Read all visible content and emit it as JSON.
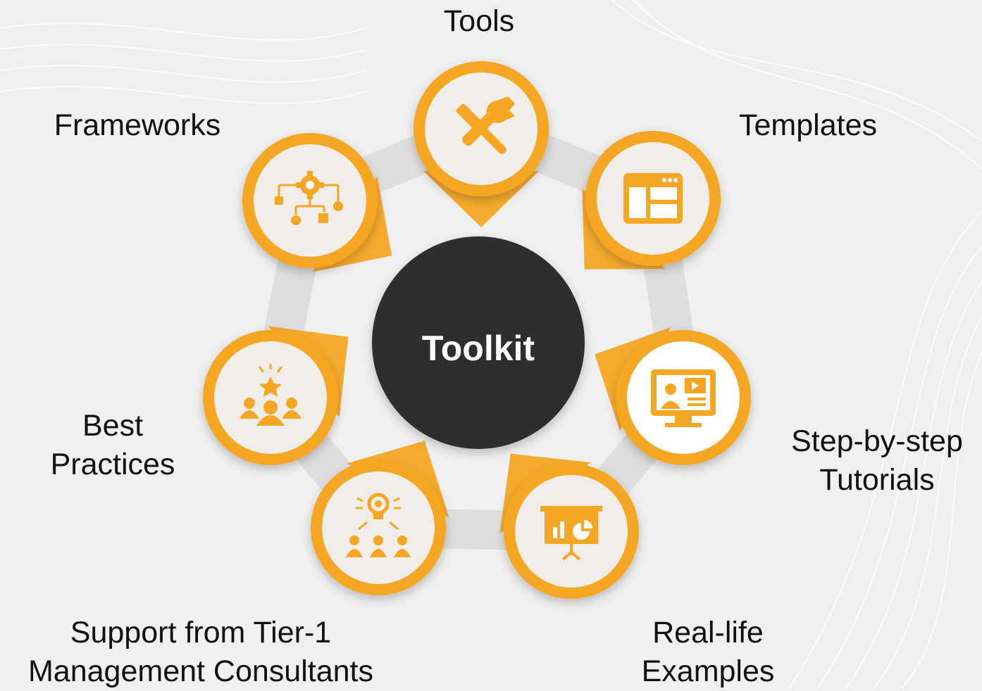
{
  "center": {
    "label": "Toolkit"
  },
  "nodes": [
    {
      "id": "tools",
      "icon": "tools-icon",
      "lines": [
        "Tools"
      ],
      "highlighted": false
    },
    {
      "id": "templates",
      "icon": "template-layout-icon",
      "lines": [
        "Templates"
      ],
      "highlighted": false
    },
    {
      "id": "tutorials",
      "icon": "video-tutorial-icon",
      "lines": [
        "Step-by-step",
        "Tutorials"
      ],
      "highlighted": true
    },
    {
      "id": "examples",
      "icon": "presentation-chart-icon",
      "lines": [
        "Real-life",
        "Examples"
      ],
      "highlighted": false
    },
    {
      "id": "support",
      "icon": "idea-team-icon",
      "lines": [
        "Support from Tier-1",
        "Management Consultants"
      ],
      "highlighted": false
    },
    {
      "id": "practices",
      "icon": "team-star-icon",
      "lines": [
        "Best",
        "Practices"
      ],
      "highlighted": false
    },
    {
      "id": "frameworks",
      "icon": "flowchart-gear-icon",
      "lines": [
        "Frameworks"
      ],
      "highlighted": false
    }
  ],
  "colors": {
    "accent": "#f5a623",
    "accent_dark": "#e8951a",
    "ring_track": "#dedede",
    "center_fill": "#2f2f2f",
    "node_inner": "#f1ede8",
    "label_text": "#111111"
  }
}
